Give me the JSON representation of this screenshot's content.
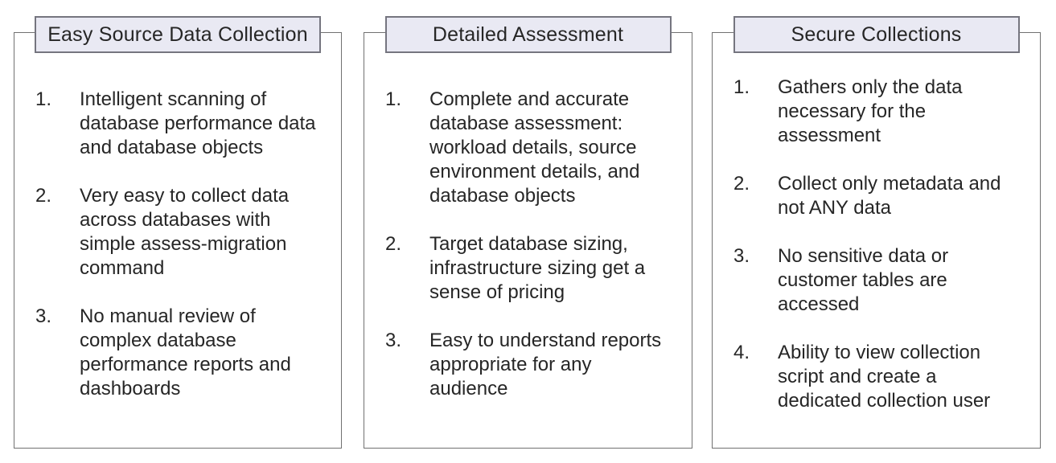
{
  "colors": {
    "background": "#ffffff",
    "panel_border": "#717171",
    "header_border": "#75757f",
    "header_fill": "#e9e9f3",
    "text": "#262626"
  },
  "panels": [
    {
      "title": "Easy Source Data Collection",
      "items": [
        {
          "number": "1.",
          "text": "Intelligent scanning of\ndatabase performance data\nand database objects"
        },
        {
          "number": "2.",
          "text": "Very easy to collect data\nacross databases with\nsimple assess-migration\ncommand"
        },
        {
          "number": "3.",
          "text": "No manual review of\ncomplex database\nperformance reports and\ndashboards"
        }
      ]
    },
    {
      "title": "Detailed Assessment",
      "items": [
        {
          "number": "1.",
          "text": "Complete and accurate\ndatabase assessment:\nworkload details, source\nenvironment details, and\ndatabase objects"
        },
        {
          "number": "2.",
          "text": "Target database sizing,\ninfrastructure sizing get a\nsense of pricing"
        },
        {
          "number": "3.",
          "text": "Easy to understand reports\nappropriate for any\naudience"
        }
      ]
    },
    {
      "title": "Secure Collections",
      "items": [
        {
          "number": "1.",
          "text": "Gathers only the data\nnecessary for the\nassessment"
        },
        {
          "number": "2.",
          "text": "Collect only metadata and\nnot ANY data"
        },
        {
          "number": "3.",
          "text": "No sensitive data or\ncustomer tables are\naccessed"
        },
        {
          "number": "4.",
          "text": "Ability to view collection\nscript and create a\ndedicated collection user"
        }
      ]
    }
  ]
}
